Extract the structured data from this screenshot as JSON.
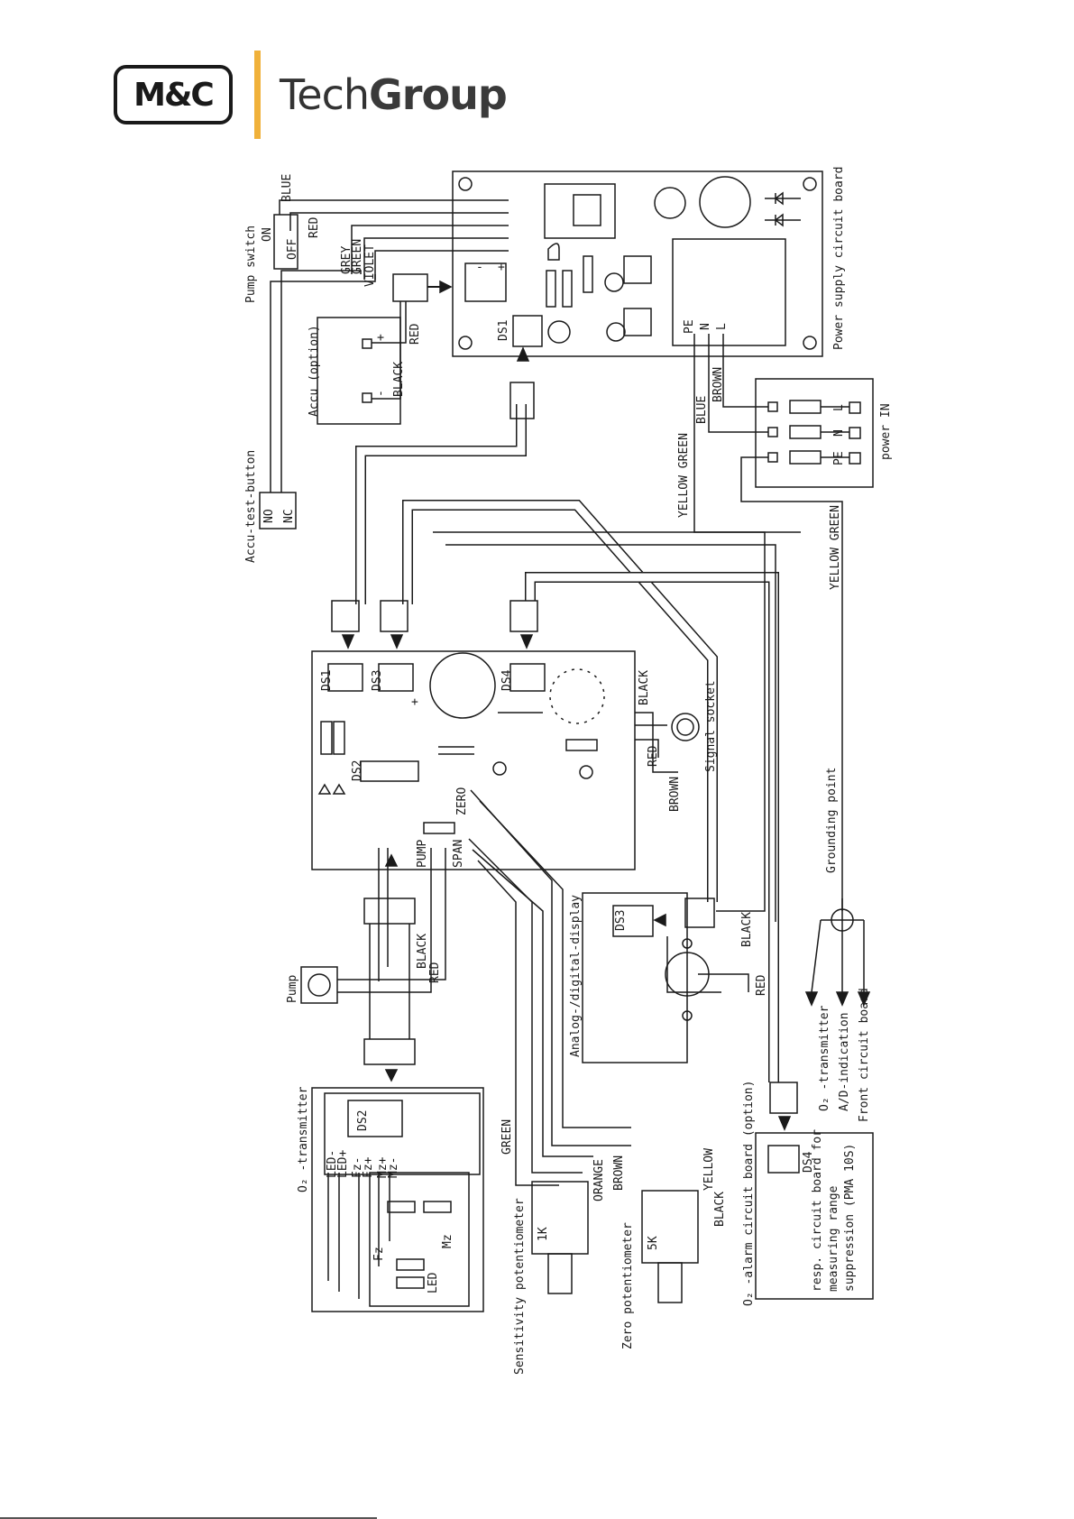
{
  "brand": {
    "logo": "M&C",
    "tech": "Tech",
    "group": "Group"
  },
  "labels": {
    "pump_switch": "Pump switch",
    "on": "ON",
    "off": "OFF",
    "blue": "BLUE",
    "red": "RED",
    "grey": "GREY",
    "green": "GREEN",
    "violet": "VIOLET",
    "black": "BLACK",
    "brown": "BROWN",
    "yellow": "YELLOW",
    "orange": "ORANGE",
    "yellow_green": "YELLOW GREEN",
    "accu_option": "Accu (option)",
    "accu_test_button": "Accu-test-button",
    "no": "NO",
    "nc": "NC",
    "ds1": "DS1",
    "ds2": "DS2",
    "ds3": "DS3",
    "ds4": "DS4",
    "psu_board": "Power supply circuit board",
    "power_in": "power IN",
    "pe": "PE",
    "n": "N",
    "l": "L",
    "signal_socket": "Signal socket",
    "grounding_point": "Grounding point",
    "zero": "ZERO",
    "pump": "PUMP",
    "span": "SPAN",
    "pump_label": "Pump",
    "display": "Analog-/digital-display",
    "o2_transmitter": "O₂ -transmitter",
    "led_minus": "LED-",
    "led_plus": "LED+",
    "fz_minus": "Fz-",
    "fz_plus": "Fz+",
    "mz_plus": "Mz+",
    "mz_minus": "Mz-",
    "fz": "Fz",
    "mz": "Mz",
    "led": "LED",
    "sens_pot": "Sensitivity potentiometer",
    "zero_pot": "Zero potentiometer",
    "pot_1k": "1K",
    "pot_5k": "5K",
    "alarm_board": "O₂ -alarm circuit board (option)",
    "resp_board_1": "resp. circuit board for",
    "resp_board_2": "measuring range",
    "resp_board_3": "suppression (PMA 10S)",
    "out_1": "O₂ -transmitter",
    "out_2": "A/D-indication",
    "out_3": "Front circuit board",
    "plus": "+",
    "minus": "-"
  },
  "colors": {
    "line": "#1a1a1a",
    "accent": "#f0b13a"
  }
}
